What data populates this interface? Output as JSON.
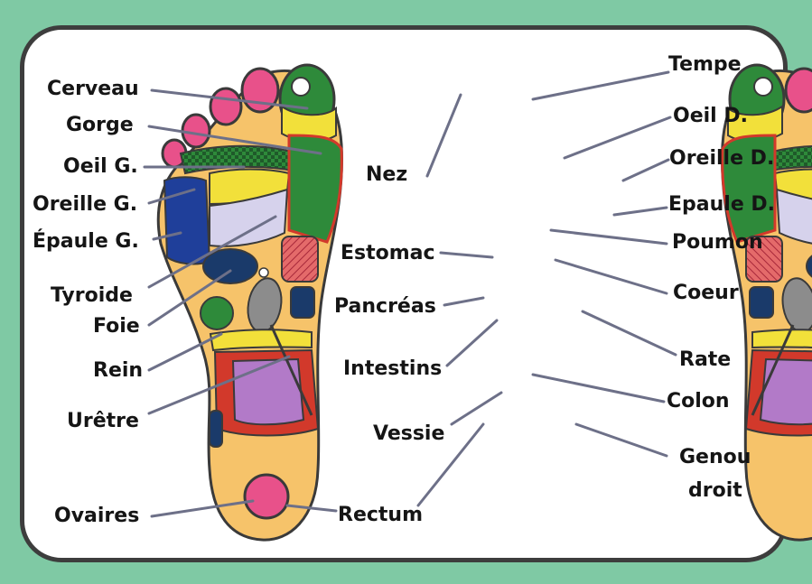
{
  "colors": {
    "background": "#7fc9a4",
    "panel": "#ffffff",
    "border": "#3d3d3d",
    "foot_skin": "#f6c36a",
    "foot_outline": "#3a3a3a",
    "leader_line": "#6d7088",
    "zone_pink": "#e8518a",
    "zone_green": "#2e8a3a",
    "zone_yellow": "#f2e03a",
    "zone_blue": "#1f3f9a",
    "zone_lavender": "#d6d2ec",
    "zone_red": "#d2392b",
    "zone_purple": "#b27ac8",
    "zone_gray": "#8c8c8c",
    "zone_navy": "#1a3a6a"
  },
  "labels": {
    "left": {
      "cerveau": "Cerveau",
      "gorge": "Gorge",
      "oeil_g": "Oeil G.",
      "oreille_g": "Oreille G.",
      "epaule_g": "Épaule G.",
      "tyroide": "Tyroide",
      "foie": "Foie",
      "rein": "Rein",
      "uretre": "Urêtre",
      "ovaires": "Ovaires"
    },
    "center": {
      "nez": "Nez",
      "estomac": "Estomac",
      "pancreas": "Pancréas",
      "intestins": "Intestins",
      "vessie": "Vessie",
      "rectum": "Rectum"
    },
    "right": {
      "tempe": "Tempe",
      "oeil_d": "Oeil D.",
      "oreille_d": "Oreille D.",
      "epaule_d": "Epaule D.",
      "poumon": "Poumon",
      "coeur": "Coeur",
      "rate": "Rate",
      "colon": "Colon",
      "genou_line1": "Genou",
      "genou_line2": "droit"
    }
  }
}
